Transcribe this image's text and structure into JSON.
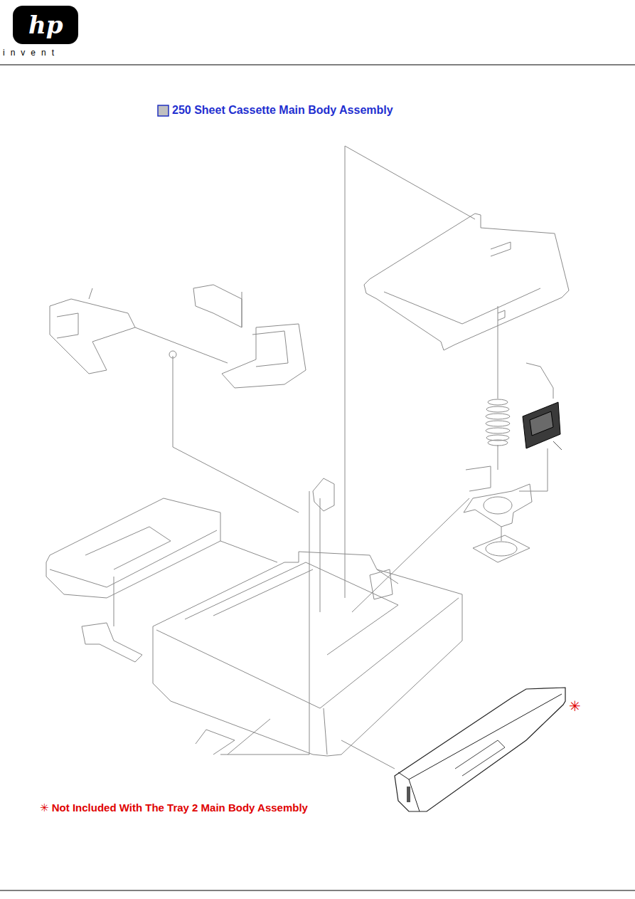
{
  "diagram": {
    "title": "250 Sheet Cassette Main Body Assembly",
    "labels": [
      "hp",
      "invent",
      "✳",
      "✳ Not Included With The Tray 2 Main Body Assembly"
    ]
  }
}
